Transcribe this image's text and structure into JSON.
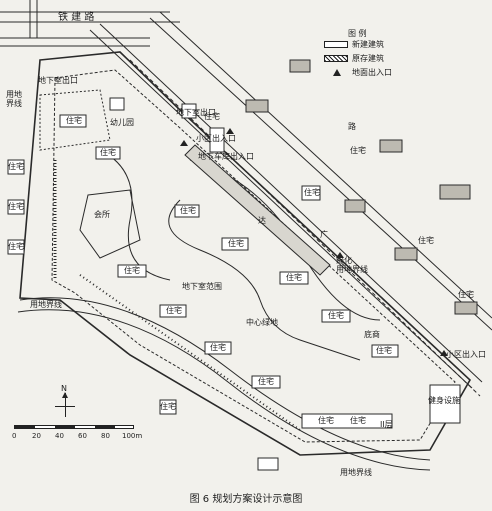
{
  "caption": "图 6    规划方案设计示意图",
  "legend": {
    "title": "图 例",
    "items": [
      {
        "label": "新建建筑",
        "swatch": "plain"
      },
      {
        "label": "原存建筑",
        "swatch": "hatch"
      },
      {
        "label": "地面出入口",
        "swatch": "triangle"
      }
    ]
  },
  "roads": {
    "top_road": "铁   建   路",
    "road_letters": [
      "路",
      "达",
      "广"
    ]
  },
  "area_labels": {
    "underground_entrance_top": "地下室出口",
    "underground_entrance_left": "地下室出口",
    "kindergarten": "幼儿园",
    "clubhouse": "会所",
    "underground_parking_exit": "地下车库出入口",
    "commercial_entrance": "小区出入口",
    "boundary_left": "用地界线",
    "boundary_right": "绿化\n用地界线",
    "boundary_bottom": "用地界线",
    "boundary_topleft": "用地\n界线",
    "underground_garage": "地下室范围",
    "central_green": "中心绿地",
    "base_podium": "底商",
    "community_entrance": "小区出入口",
    "recreation": "健身设施",
    "bottom_floors": "II层"
  },
  "buildings": [
    {
      "label": "住宅"
    },
    {
      "label": "住宅"
    },
    {
      "label": "住宅"
    },
    {
      "label": "住宅"
    },
    {
      "label": "住宅"
    },
    {
      "label": "住宅"
    },
    {
      "label": "住宅"
    },
    {
      "label": "住宅"
    },
    {
      "label": "住宅"
    },
    {
      "label": "住宅"
    },
    {
      "label": "住宅"
    },
    {
      "label": "住宅"
    },
    {
      "label": "住宅"
    },
    {
      "label": "住宅"
    },
    {
      "label": "住宅"
    },
    {
      "label": "住宅"
    },
    {
      "label": "住宅"
    },
    {
      "label": "住宅"
    },
    {
      "label": "住宅"
    },
    {
      "label": "住宅"
    },
    {
      "label": "住宅"
    },
    {
      "label": "住宅"
    }
  ],
  "scale": {
    "ticks": [
      "0",
      "20",
      "40",
      "60",
      "80",
      "100m"
    ]
  },
  "north": "N"
}
